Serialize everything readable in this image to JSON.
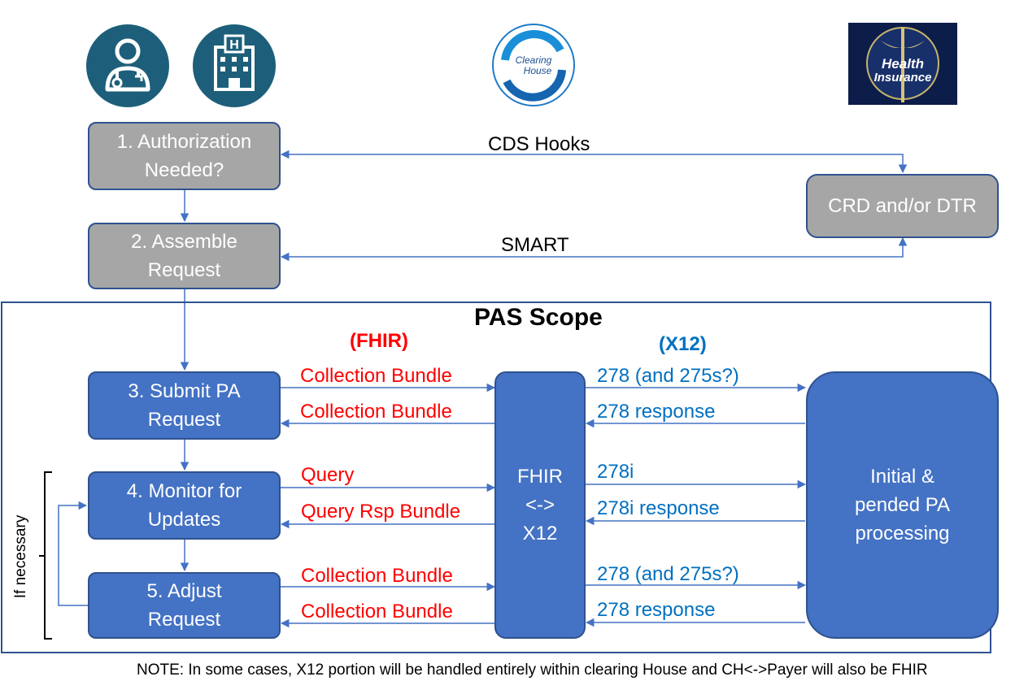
{
  "icons": {
    "provider": "doctor-icon",
    "hospital": "hospital-icon",
    "clearing_house": "Clearing House",
    "payer": "Health Insurance"
  },
  "steps": {
    "s1": "1. Authorization Needed?",
    "s2": "2. Assemble Request",
    "s3": "3. Submit PA Request",
    "s4": "4. Monitor for Updates",
    "s5": "5. Adjust Request"
  },
  "crd_box": "CRD and/or DTR",
  "links": {
    "cds_hooks": "CDS Hooks",
    "smart": "SMART"
  },
  "scope": {
    "title": "PAS Scope",
    "fhir": "(FHIR)",
    "x12": "(X12)"
  },
  "converter": "FHIR <-> X12",
  "processing": "Initial & pended PA processing",
  "fhir_msgs": {
    "m1": "Collection Bundle",
    "m2": "Collection Bundle",
    "m3": "Query",
    "m4": "Query Rsp Bundle",
    "m5": "Collection Bundle",
    "m6": "Collection Bundle"
  },
  "x12_msgs": {
    "m1": "278 (and 275s?)",
    "m2": "278 response",
    "m3": "278i",
    "m4": "278i response",
    "m5": "278 (and 275s?)",
    "m6": "278 response"
  },
  "loop_label": "If necessary",
  "note": "NOTE: In some cases, X12 portion will be handled entirely within clearing House and CH<->Payer will also be FHIR",
  "colors": {
    "box_blue": "#4472c4",
    "box_grey": "#a6a6a6",
    "fhir_red": "#ff0000",
    "x12_blue": "#0070c0",
    "icon_teal": "#1d5f7a"
  }
}
